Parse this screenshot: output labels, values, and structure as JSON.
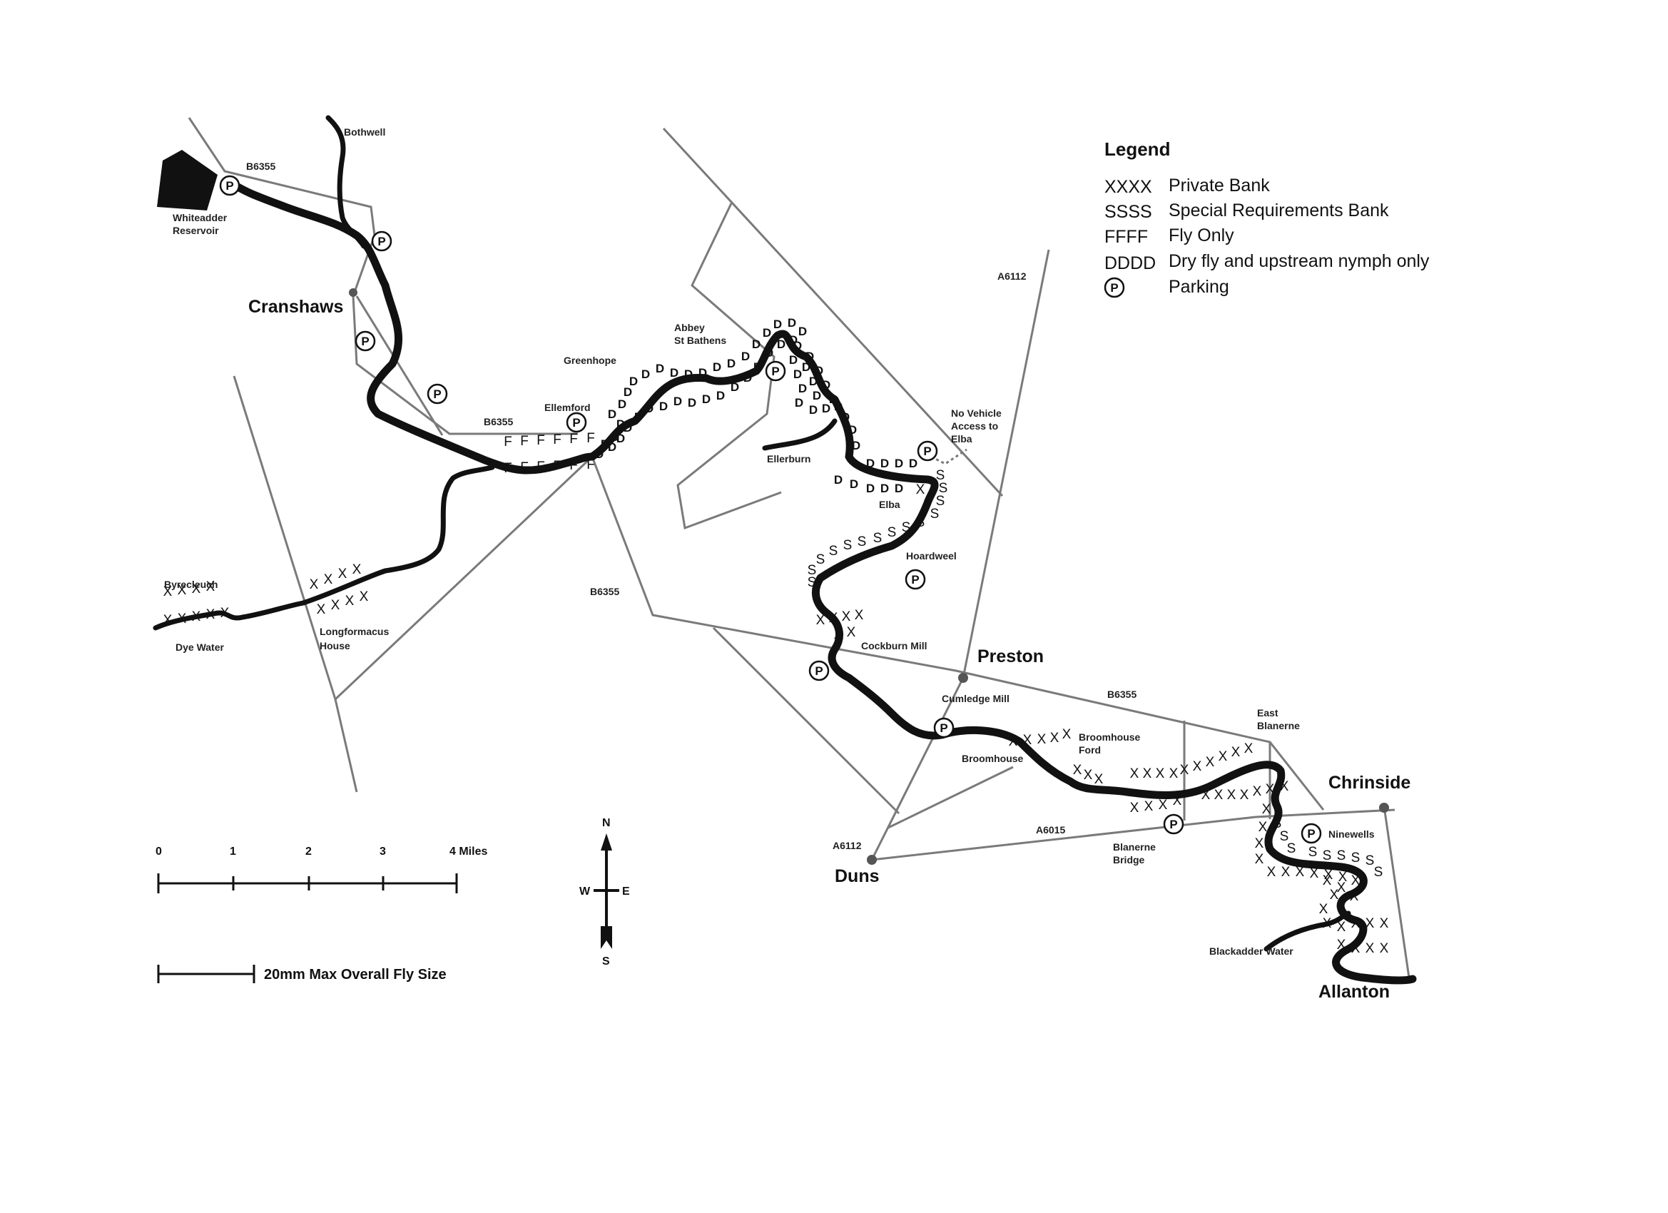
{
  "legend": {
    "title": "Legend",
    "items": [
      {
        "code": "XXXX",
        "label": "Private Bank"
      },
      {
        "code": "SSSS",
        "label": "Special Requirements Bank"
      },
      {
        "code": "FFFF",
        "label": "Fly Only"
      },
      {
        "code": "DDDD",
        "label": "Dry fly and upstream nymph only"
      },
      {
        "code": "P",
        "label": "Parking"
      }
    ]
  },
  "towns": {
    "cranshaws": "Cranshaws",
    "preston": "Preston",
    "duns": "Duns",
    "chirnside": "Chrinside",
    "allanton": "Allanton"
  },
  "places": {
    "bothwell": "Bothwell",
    "reservoir_1": "Whiteadder",
    "reservoir_2": "Reservoir",
    "abbey_1": "Abbey",
    "abbey_2": "St Bathens",
    "greenhope": "Greenhope",
    "ellemford": "Ellemford",
    "ellerburn": "Ellerburn",
    "novehicle_1": "No Vehicle",
    "novehicle_2": "Access to",
    "novehicle_3": "Elba",
    "elba": "Elba",
    "hoardweel": "Hoardweel",
    "byrecleuch": "Byrecleuch",
    "dyewater": "Dye Water",
    "longformacus_1": "Longformacus",
    "longformacus_2": "House",
    "cockburnmill": "Cockburn Mill",
    "cumledgemill": "Cumledge Mill",
    "broomhouseford_1": "Broomhouse",
    "broomhouseford_2": "Ford",
    "broomhouse": "Broomhouse",
    "eastblanerne_1": "East",
    "eastblanerne_2": "Blanerne",
    "blanernebridge_1": "Blanerne",
    "blanernebridge_2": "Bridge",
    "ninewells": "Ninewells",
    "blackadder": "Blackadder Water"
  },
  "roads": {
    "b6355_a": "B6355",
    "b6355_b": "B6355",
    "b6355_c": "B6355",
    "b6355_d": "B6355",
    "a6112_a": "A6112",
    "a6112_b": "A6112",
    "a6015": "A6015"
  },
  "bank_marks": {
    "private": "X",
    "special": "S",
    "fly": "F",
    "dry": "D"
  },
  "parking_symbol": "P",
  "scale": {
    "ticks": [
      "0",
      "1",
      "2",
      "3",
      "4 Miles"
    ],
    "fly_size": "20mm Max Overall Fly Size"
  },
  "compass": {
    "n": "N",
    "s": "S",
    "e": "E",
    "w": "W"
  }
}
